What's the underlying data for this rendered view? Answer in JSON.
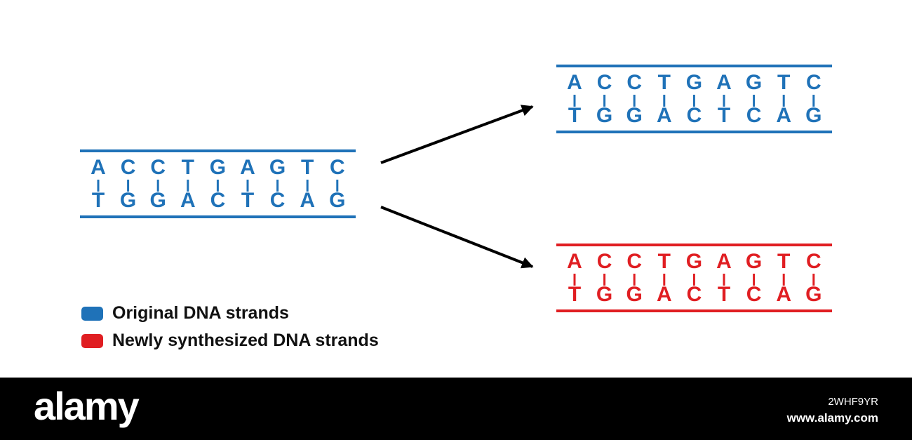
{
  "colors": {
    "original": "#1f72b8",
    "new": "#e01e22",
    "arrow": "#000000",
    "footer_bg": "#000000"
  },
  "diagram": {
    "parent": {
      "top_strand": [
        "A",
        "C",
        "C",
        "T",
        "G",
        "A",
        "G",
        "T",
        "C"
      ],
      "bottom_strand": [
        "T",
        "G",
        "G",
        "A",
        "C",
        "T",
        "C",
        "A",
        "G"
      ],
      "top_color": "original",
      "bottom_color": "original"
    },
    "daughters": [
      {
        "top_strand": [
          "A",
          "C",
          "C",
          "T",
          "G",
          "A",
          "G",
          "T",
          "C"
        ],
        "bottom_strand": [
          "T",
          "G",
          "G",
          "A",
          "C",
          "T",
          "C",
          "A",
          "G"
        ],
        "top_color": "original",
        "bottom_color": "original"
      },
      {
        "top_strand": [
          "A",
          "C",
          "C",
          "T",
          "G",
          "A",
          "G",
          "T",
          "C"
        ],
        "bottom_strand": [
          "T",
          "G",
          "G",
          "A",
          "C",
          "T",
          "C",
          "A",
          "G"
        ],
        "top_color": "new",
        "bottom_color": "new"
      }
    ]
  },
  "legend": [
    {
      "label": "Original DNA strands",
      "color": "original"
    },
    {
      "label": "Newly synthesized DNA strands",
      "color": "new"
    }
  ],
  "footer": {
    "logo_text": "alamy",
    "image_id": "2WHF9YR",
    "url": "www.alamy.com"
  }
}
